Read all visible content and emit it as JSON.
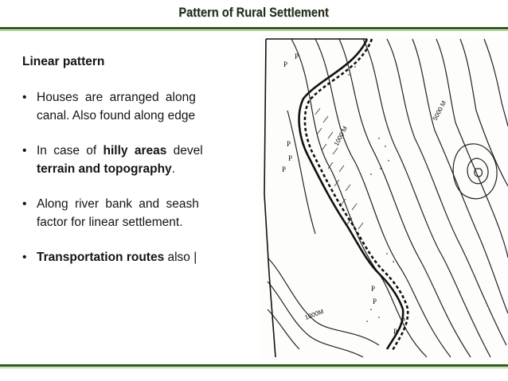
{
  "slide": {
    "title": "Pattern of Rural Settlement",
    "heading": "Linear pattern",
    "bullets": [
      {
        "line1": "Houses are arranged along",
        "line2": "canal. Also found along edge"
      },
      {
        "line1_pre": "In case of ",
        "line1_bold": "hilly areas",
        "line1_post": " devel",
        "line2_bold": "terrain and topography",
        "line2_post": "."
      },
      {
        "line1": "Along river bank and seash",
        "line2": "factor for linear settlement."
      },
      {
        "line1_bold": "Transportation routes",
        "line1_post": " also |"
      }
    ],
    "bullet_symbol": "•"
  },
  "map": {
    "contour_labels": [
      "5000 M",
      "1000 M",
      "1000M"
    ],
    "house_marker": "P"
  },
  "colors": {
    "title_text": "#1d2b14",
    "rule_dark": "#2c5a1d",
    "rule_light": "#9fbf7a",
    "body_text": "#141414",
    "map_ink": "#222222"
  }
}
